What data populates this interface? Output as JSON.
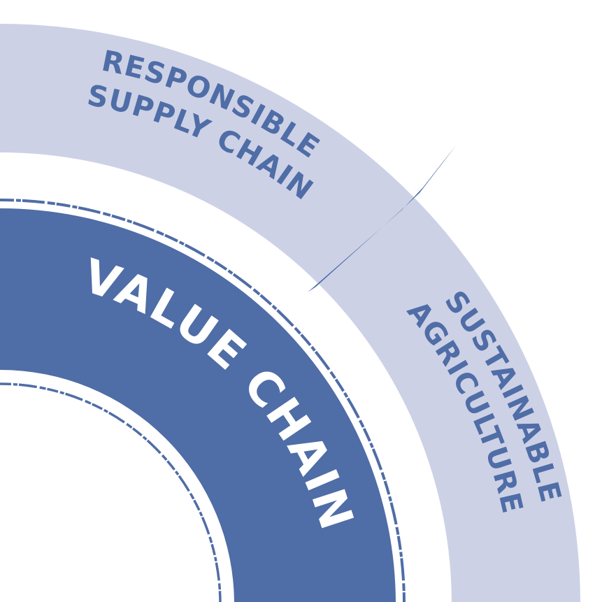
{
  "colors": {
    "outer_ring": "#cdd1e6",
    "inner_ring": "#4f6da6",
    "outer_text": "#4f6da6",
    "inner_text": "#ffffff",
    "background": "#ffffff"
  },
  "outer_ring": {
    "segments": [
      {
        "lines": [
          "RESPONSIBLE",
          "SUPPLY CHAIN"
        ]
      },
      {
        "lines": [
          "SUSTAINABLE",
          "AGRICULTURE"
        ]
      }
    ]
  },
  "inner_ring": {
    "label": "VALUE CHAIN"
  }
}
